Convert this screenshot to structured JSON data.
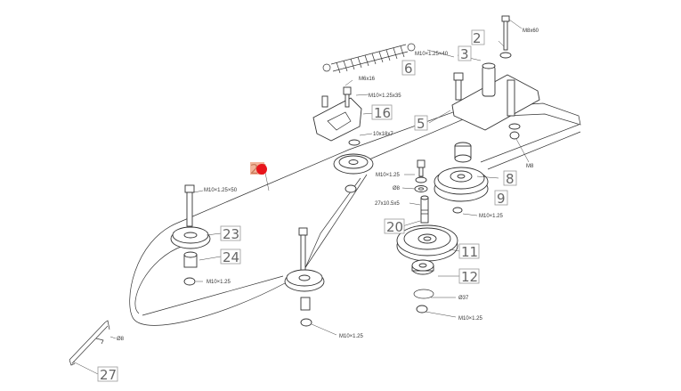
{
  "callouts": [
    {
      "id": "2",
      "label": "2"
    },
    {
      "id": "3",
      "label": "3"
    },
    {
      "id": "5",
      "label": "5"
    },
    {
      "id": "6",
      "label": "6"
    },
    {
      "id": "8",
      "label": "8"
    },
    {
      "id": "9",
      "label": "9"
    },
    {
      "id": "11",
      "label": "11"
    },
    {
      "id": "12",
      "label": "12"
    },
    {
      "id": "16",
      "label": "16"
    },
    {
      "id": "20",
      "label": "20"
    },
    {
      "id": "23",
      "label": "23"
    },
    {
      "id": "24",
      "label": "24"
    },
    {
      "id": "26",
      "label": "26"
    },
    {
      "id": "27",
      "label": "27"
    }
  ],
  "specs": {
    "m8x60": "M8x60",
    "m10x125x40": "M10×1.25×40",
    "m6x16": "M6x16",
    "m10x125x35_top": "M10×1.25x35",
    "d10x18x7": "10x18x7",
    "m8": "M8",
    "m10x125_a": "M10×1.25",
    "d8_a": "Ø8",
    "d27": "27x10.5x5",
    "m10x125_b": "M10×1.25",
    "m10x125x50": "M10×1.25×50",
    "m10x125_c": "M10×1.25",
    "d37": "Ø37",
    "m10x125_d": "M10×1.25",
    "m10x125_e": "M10×1.25",
    "d8_b": "Ø8"
  },
  "colors": {
    "highlight": "#e8141b",
    "highlight_box": "#f2b49a"
  }
}
